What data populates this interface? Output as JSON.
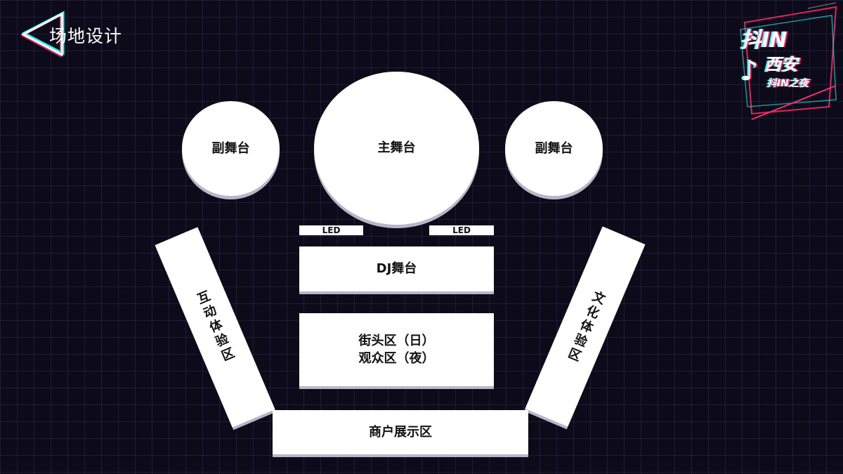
{
  "header": {
    "title": "场地设计"
  },
  "logo": {
    "line1": "抖IN",
    "line2": "西安",
    "line3": "抖IN之夜",
    "icon": "music-note-icon"
  },
  "venue": {
    "main_stage": "主舞台",
    "sub_stage_left": "副舞台",
    "sub_stage_right": "副舞台",
    "led_left": "LED",
    "led_right": "LED",
    "dj_stage": "DJ舞台",
    "street_line1": "街头区（日）",
    "street_line2": "观众区（夜）",
    "interactive_zone": "互动体验区",
    "culture_zone": "文化体验区",
    "merchant_zone": "商户展示区"
  },
  "colors": {
    "background": "#0d0b1a",
    "shape": "#ffffff",
    "text": "#111111",
    "accent_pink": "#ff2a6d",
    "accent_cyan": "#25f4ee"
  }
}
